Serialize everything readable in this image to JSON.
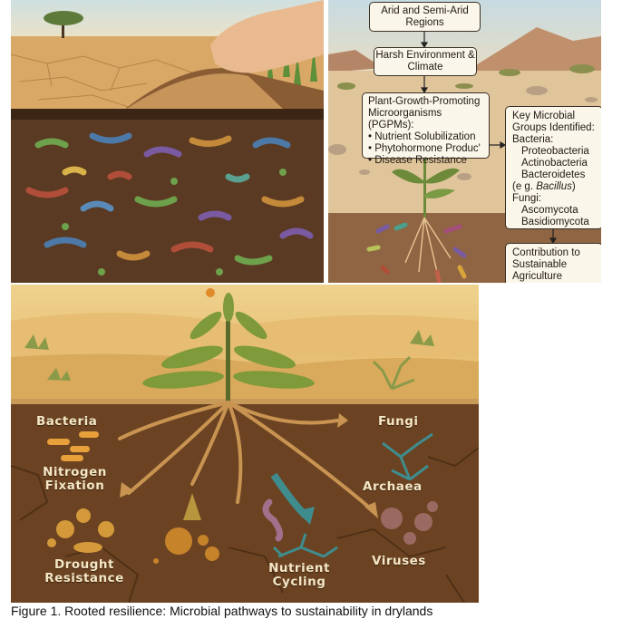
{
  "panel_b": {
    "box1": "Arid and Semi-Arid Regions",
    "box2": "Harsh Environment & Climate",
    "box3": {
      "title": "Plant-Growth-Promoting Microorganisms (PGPMs):",
      "bullets": [
        "Nutrient Solubilization",
        "Phytohormone Produc'",
        "Disease Resistance"
      ]
    },
    "box4": {
      "title": "Key Microbial Groups Identified:",
      "bacteria_label": "Bacteria:",
      "bacteria": [
        "Proteobacteria",
        "Actinobacteria",
        "Bacteroidetes"
      ],
      "example_prefix": "(e g. ",
      "example": "Bacillus",
      "example_suffix": ")",
      "fungi_label": "Fungi:",
      "fungi": [
        "Ascomycota",
        "Basidiomycota"
      ]
    },
    "box5": "Contribution to Sustainable Agriculture"
  },
  "panel_c": {
    "bacteria": "Bacteria",
    "nitrogen": "Nitrogen Fixation",
    "drought": "Drought Resistance",
    "nutrient": "Nutrient Cycling",
    "fungi": "Fungi",
    "archaea": "Archaea",
    "viruses": "Viruses"
  },
  "caption": "Figure 1. Rooted resilience: Microbial pathways to sustainability in drylands"
}
